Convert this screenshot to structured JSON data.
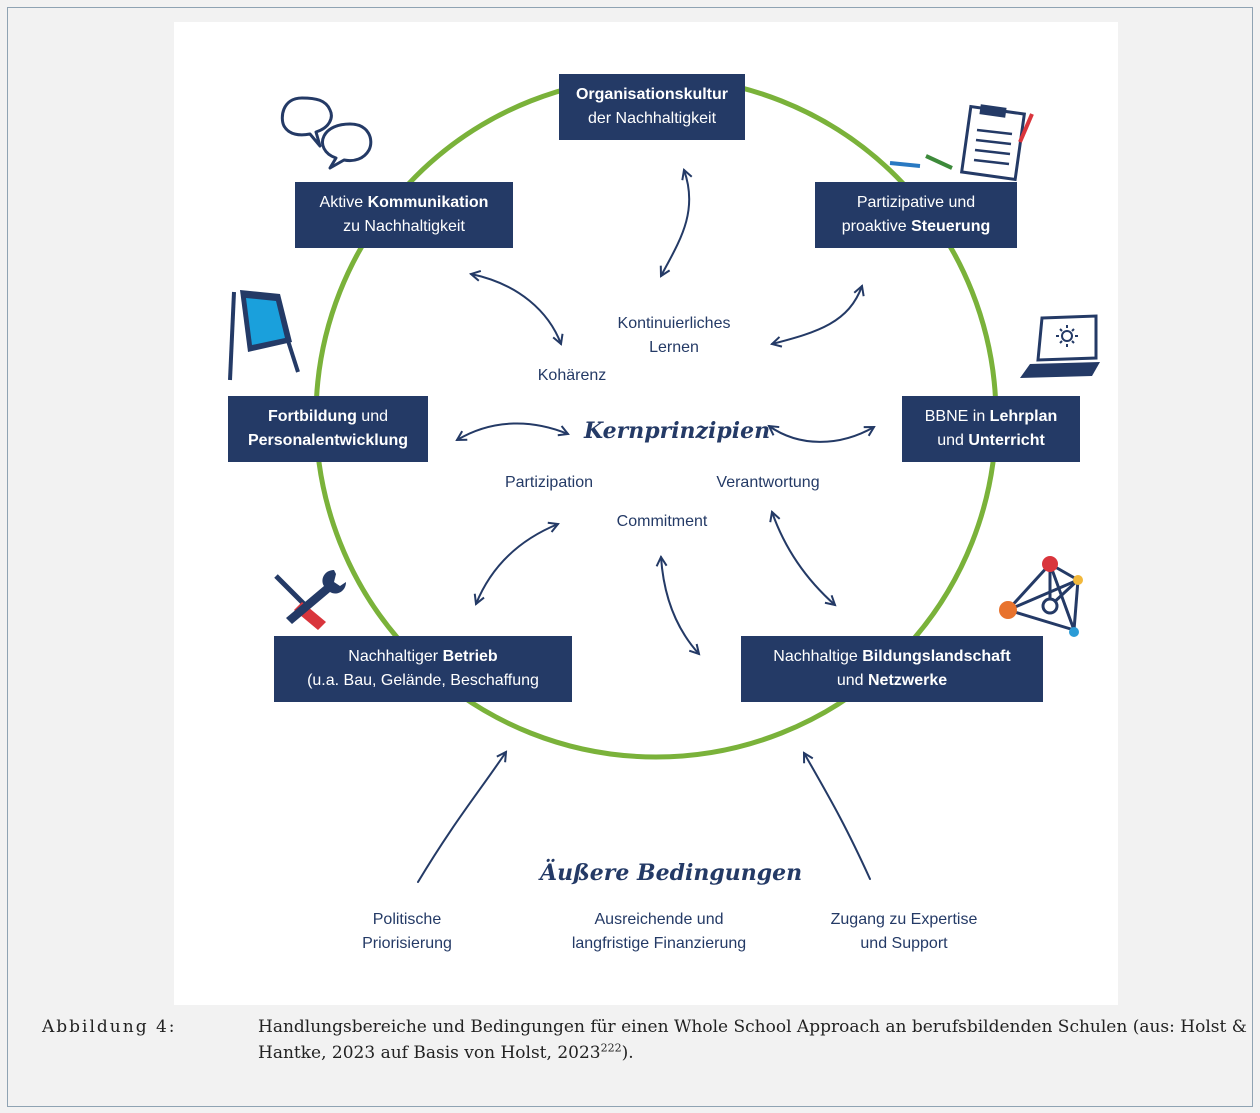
{
  "boxes": {
    "org": {
      "line1_bold": "Organisationskultur",
      "line2": "der Nachhaltigkeit"
    },
    "komm": {
      "line1_pre": "Aktive ",
      "line1_bold": "Kommunikation",
      "line2": "zu Nachhaltigkeit"
    },
    "steuer": {
      "line1": "Partizipative und",
      "line2_pre": "proaktive ",
      "line2_bold": "Steuerung"
    },
    "fort": {
      "line1_bold": "Fortbildung",
      "line1_post": " und",
      "line2_bold": "Personalentwicklung"
    },
    "bbne": {
      "line1_pre": "BBNE in ",
      "line1_bold": "Lehrplan",
      "line2_pre": "und ",
      "line2_bold": "Unterricht"
    },
    "betrieb": {
      "line1_pre": "Nachhaltiger ",
      "line1_bold": "Betrieb",
      "line2": "(u.a. Bau, Gelände, Beschaffung"
    },
    "bildung": {
      "line1_pre": "Nachhaltige ",
      "line1_bold": "Bildungslandschaft",
      "line2_pre": "und ",
      "line2_bold": "Netzwerke"
    }
  },
  "center": {
    "title": "Kernprinzipien",
    "principles": {
      "lernen_1": "Kontinuierliches",
      "lernen_2": "Lernen",
      "kohaerenz": "Kohärenz",
      "partizipation": "Partizipation",
      "verantwortung": "Verantwortung",
      "commitment": "Commitment"
    }
  },
  "outer": {
    "title": "Äußere Bedingungen",
    "conditions": {
      "politik_1": "Politische",
      "politik_2": "Priorisierung",
      "finanz_1": "Ausreichende und",
      "finanz_2": "langfristige Finanzierung",
      "expertise_1": "Zugang zu Expertise",
      "expertise_2": "und Support"
    }
  },
  "caption": {
    "label": "Abbildung 4:",
    "text": "Handlungsbereiche und Bedingungen für einen Whole School Approach an berufsbildenden Schulen (aus: Holst & Hantke, 2023 auf Basis von Holst, 2023",
    "footnote": "222",
    "text_end": ")."
  },
  "icons": [
    "speech-bubbles-icon",
    "clipboard-pencils-icon",
    "display-easel-icon",
    "laptop-sun-icon",
    "wrench-screwdriver-icon",
    "network-nodes-icon"
  ],
  "colors": {
    "box": "#243a66",
    "circle": "#7ab23a",
    "text": "#243a66"
  }
}
